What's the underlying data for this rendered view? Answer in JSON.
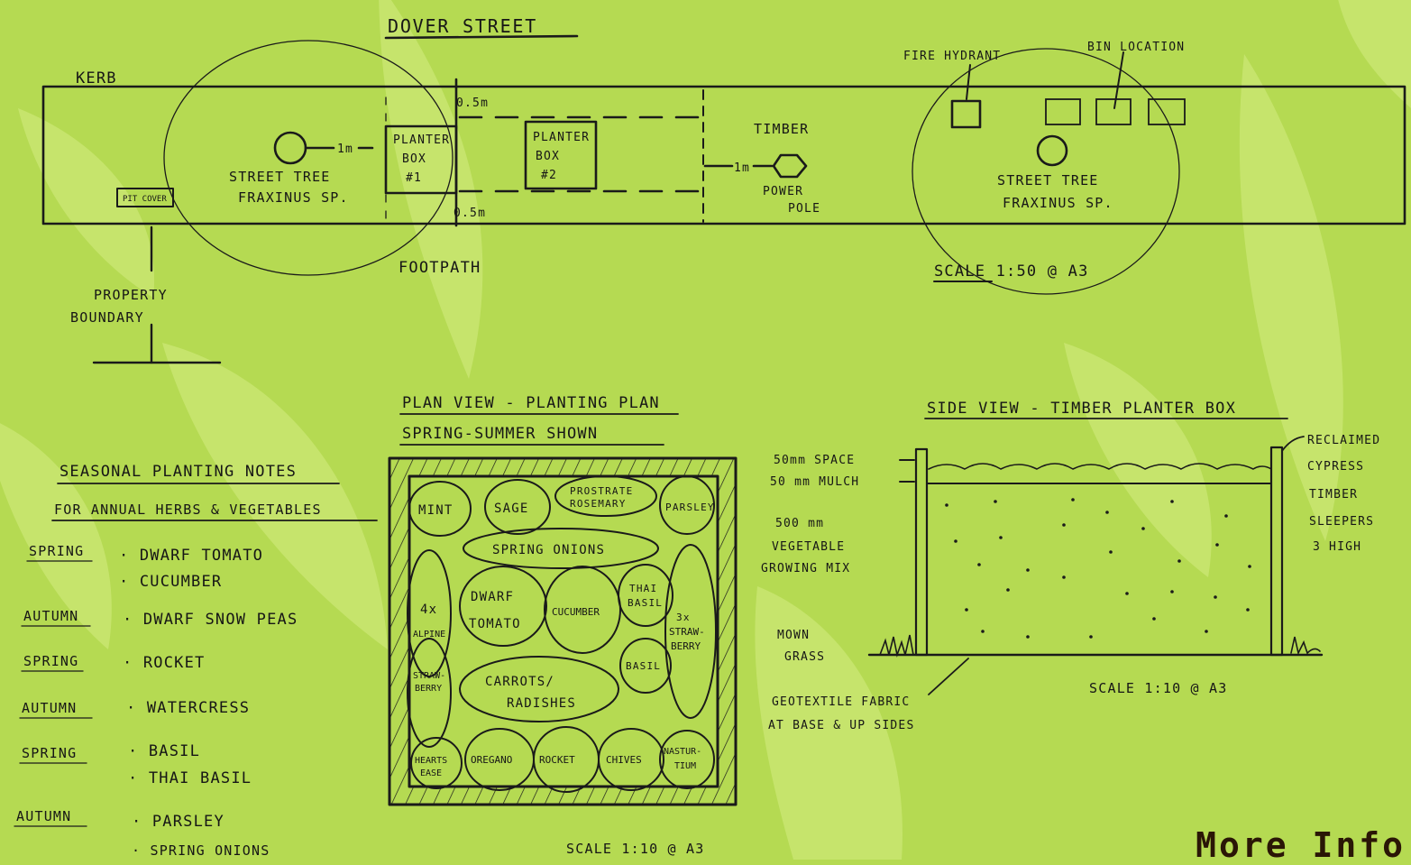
{
  "street_plan": {
    "street_name": "DOVER STREET",
    "kerb": "KERB",
    "pit_cover": "PIT COVER",
    "tree_1m": "1m",
    "street_tree_left": [
      "STREET TREE",
      "FRAXINUS SP."
    ],
    "dim_top": "0.5m",
    "dim_bottom": "0.5m",
    "planter_box_1": [
      "PLANTER",
      "BOX",
      "#1"
    ],
    "planter_box_2": [
      "PLANTER",
      "BOX",
      "#2"
    ],
    "timber": "TIMBER",
    "pole_1m": "1m",
    "power_pole": [
      "POWER",
      "POLE"
    ],
    "fire_hydrant": "FIRE HYDRANT",
    "bin_location": "BIN LOCATION",
    "street_tree_right": [
      "STREET TREE",
      "FRAXINUS SP."
    ],
    "footpath": "FOOTPATH",
    "property_boundary": [
      "PROPERTY",
      "BOUNDARY"
    ],
    "scale": "SCALE  1:50 @ A3"
  },
  "seasonal_notes": {
    "title_1": "SEASONAL PLANTING NOTES",
    "title_2": "FOR ANNUAL HERBS & VEGETABLES",
    "groups": [
      {
        "season": "SPRING",
        "items": [
          "· DWARF TOMATO",
          "· CUCUMBER"
        ]
      },
      {
        "season": "AUTUMN",
        "items": [
          "· DWARF SNOW PEAS"
        ]
      },
      {
        "season": "SPRING",
        "items": [
          "· ROCKET"
        ]
      },
      {
        "season": "AUTUMN",
        "items": [
          "· WATERCRESS"
        ]
      },
      {
        "season": "SPRING",
        "items": [
          "· BASIL",
          "· THAI BASIL"
        ]
      },
      {
        "season": "AUTUMN",
        "items": [
          "· PARSLEY",
          "· SPRING ONIONS"
        ]
      }
    ]
  },
  "plan_view": {
    "title_1": "PLAN VIEW - PLANTING PLAN",
    "title_2": "SPRING-SUMMER SHOWN",
    "mint": "MINT",
    "sage": "SAGE",
    "rosemary": [
      "PROSTRATE",
      "ROSEMARY"
    ],
    "parsley": "PARSLEY",
    "spring_onions": "SPRING ONIONS",
    "alpine": [
      "4x",
      "ALPINE"
    ],
    "dwarf_tomato": [
      "DWARF",
      "TOMATO"
    ],
    "cucumber": "CUCUMBER",
    "thai_basil": [
      "THAI",
      "BASIL"
    ],
    "strawberry_right": [
      "3x",
      "STRAW-",
      "BERRY"
    ],
    "strawberry_left": [
      "STRAW-",
      "BERRY"
    ],
    "carrots": [
      "CARROTS/",
      "RADISHES"
    ],
    "basil": "BASIL",
    "hearts_ease": [
      "HEARTS",
      "EASE"
    ],
    "oregano": "OREGANO",
    "rocket": "ROCKET",
    "chives": "CHIVES",
    "nasturtium": [
      "NASTUR-",
      "TIUM"
    ],
    "scale": "SCALE 1:10 @ A3"
  },
  "side_view": {
    "title": "SIDE VIEW - TIMBER PLANTER BOX",
    "space": "50mm SPACE",
    "mulch": "50 mm MULCH",
    "growing_mix": [
      "500 mm",
      "VEGETABLE",
      "GROWING MIX"
    ],
    "grass": [
      "MOWN",
      "GRASS"
    ],
    "sleepers": [
      "RECLAIMED",
      "CYPRESS",
      "TIMBER",
      "SLEEPERS",
      "3 HIGH"
    ],
    "geotextile": [
      "GEOTEXTILE  FABRIC",
      "AT BASE & UP SIDES"
    ],
    "scale": "SCALE 1:10 @ A3"
  },
  "more_info": "More Info",
  "colors": {
    "background": "#b5da52",
    "leaf": "#c7e46f",
    "ink": "#161616",
    "link": "#2a1606"
  }
}
